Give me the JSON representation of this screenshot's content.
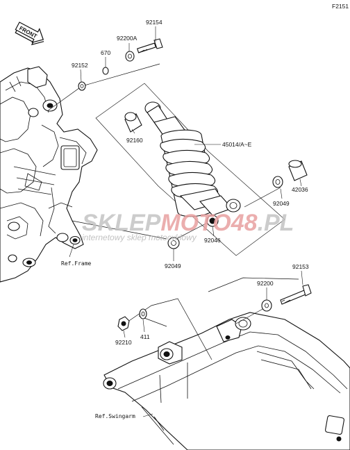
{
  "diagram_code": "F2151",
  "front_label": "FRONT",
  "labels": {
    "p92154": "92154",
    "p92200A": "92200A",
    "p670": "670",
    "p92152": "92152",
    "p92160": "92160",
    "p45014": "45014/A~E",
    "p92049a": "92049",
    "p42036": "42036",
    "p92046": "92046",
    "p92049b": "92049",
    "p92153": "92153",
    "p92200": "92200",
    "p411": "411",
    "p92210": "92210",
    "ref_frame": "Ref.Frame",
    "ref_swingarm": "Ref.Swingarm"
  },
  "watermark": {
    "brand_a": "SKLEP",
    "brand_b": "MOTO",
    "brand_c": "48",
    "brand_d": ".PL",
    "tagline": "internetowy sklep motocyklowy",
    "color_gray": "#c4c4c4",
    "color_red": "#e8a0a0"
  }
}
